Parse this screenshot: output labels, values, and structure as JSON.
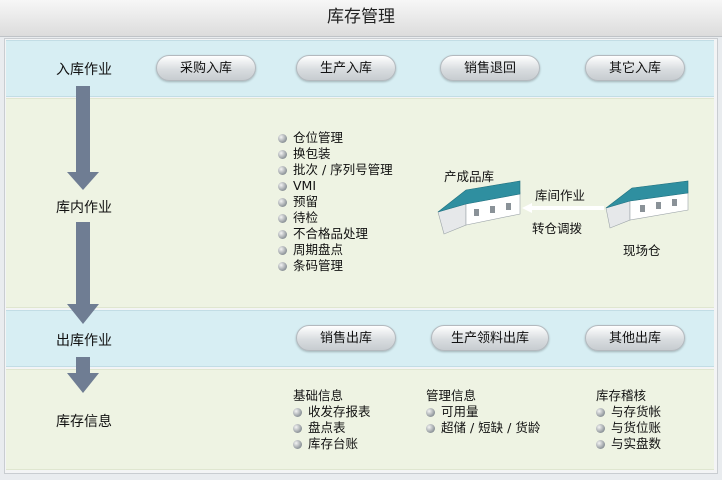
{
  "title": "库存管理",
  "stages": {
    "inbound": {
      "label": "入库作业",
      "buttons": [
        "采购入库",
        "生产入库",
        "销售退回",
        "其它入库"
      ]
    },
    "warehouse": {
      "label": "库内作业",
      "items": [
        "仓位管理",
        "换包装",
        "批次 / 序列号管理",
        "VMI",
        "预留",
        "待检",
        "不合格品处理",
        "周期盘点",
        "条码管理"
      ],
      "transfer": {
        "source": "产成品库",
        "operation": "库间作业",
        "transfer": "转仓调拨",
        "destination": "现场仓"
      }
    },
    "outbound": {
      "label": "出库作业",
      "buttons": [
        "销售出库",
        "生产领料出库",
        "其他出库"
      ]
    },
    "info": {
      "label": "库存信息",
      "groups": [
        {
          "heading": "基础信息",
          "items": [
            "收发存报表",
            "盘点表",
            "库存台账"
          ]
        },
        {
          "heading": "管理信息",
          "items": [
            "可用量",
            "超储 / 短缺 / 货龄"
          ]
        },
        {
          "heading": "库存稽核",
          "items": [
            "与存货帐",
            "与货位账",
            "与实盘数"
          ]
        }
      ]
    }
  },
  "colors": {
    "band_blue": "#d7eef3",
    "band_green": "#eef3e3",
    "arrow": "#6f7d93",
    "roof": "#2f8fa0",
    "wall": "#ffffff"
  }
}
